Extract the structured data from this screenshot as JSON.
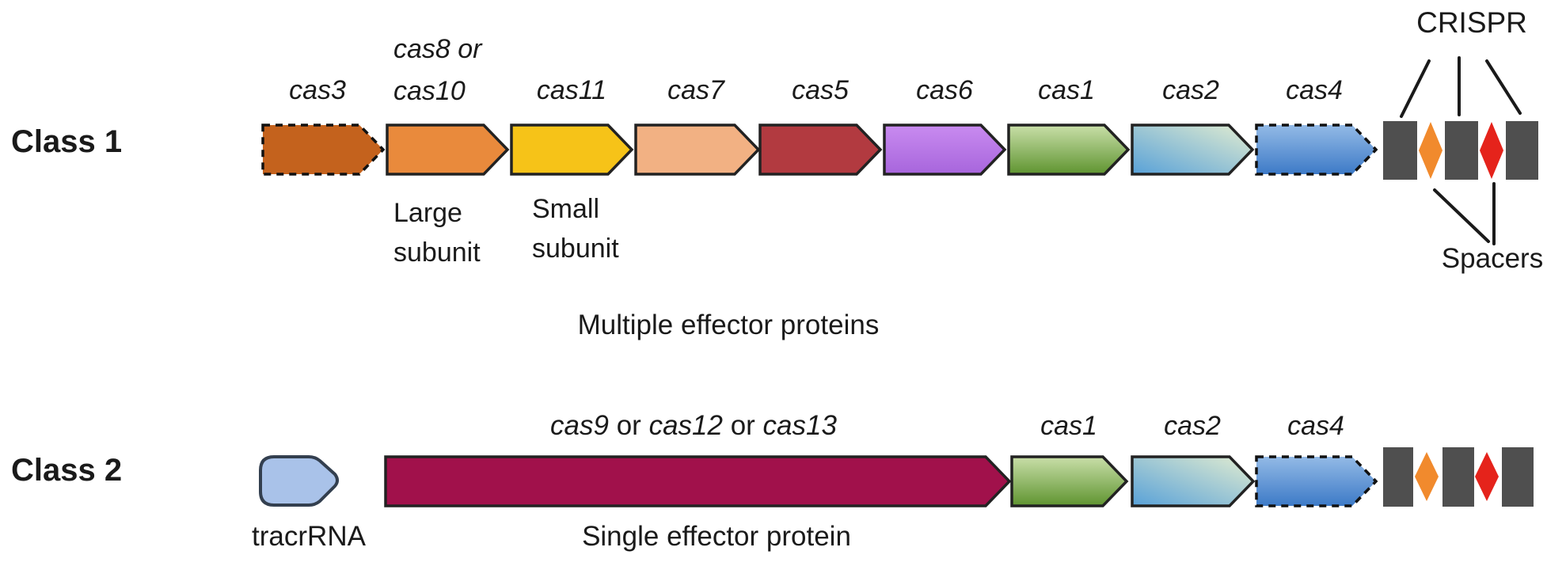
{
  "colors": {
    "text": "#1a1a1a",
    "cas3": "#C4621D",
    "cas8": "#E98A3C",
    "cas11": "#F6C318",
    "cas7": "#F2B183",
    "cas5": "#B23A40",
    "cas6": [
      "#C98BF0",
      "#A765DC"
    ],
    "cas1": [
      "#C9DFA9",
      "#5F9430"
    ],
    "cas2": [
      "#58A1D8",
      "#E3EDD0"
    ],
    "cas4": [
      "#93BAE6",
      "#3D7AC7"
    ],
    "cas9": "#A1114B",
    "tracrrna_fill": "#A9C2E9",
    "repeat_gray": "#4F4F4F",
    "spacer_orange": "#F18A2D",
    "spacer_red": "#E5231B"
  },
  "class1": {
    "row_label": "Class 1",
    "gene_labels": {
      "cas3": "cas3",
      "cas8_stack": "cas8 or\ncas10",
      "cas11": "cas11",
      "cas7": "cas7",
      "cas5": "cas5",
      "cas6": "cas6",
      "cas1": "cas1",
      "cas2": "cas2",
      "cas4": "cas4"
    },
    "annotations": {
      "large_subunit": "Large\nsubunit",
      "small_subunit": "Small\nsubunit",
      "multiple_effector": "Multiple effector proteins",
      "crispr": "CRISPR",
      "spacers": "Spacers"
    }
  },
  "class2": {
    "row_label": "Class 2",
    "effector_label_parts": {
      "p1": "cas9",
      "p2": " or ",
      "p3": "cas12",
      "p4": " or ",
      "p5": "cas13"
    },
    "gene_labels": {
      "cas1": "cas1",
      "cas2": "cas2",
      "cas4": "cas4"
    },
    "annotations": {
      "tracrrna": "tracrRNA",
      "single_effector": "Single effector protein"
    }
  }
}
